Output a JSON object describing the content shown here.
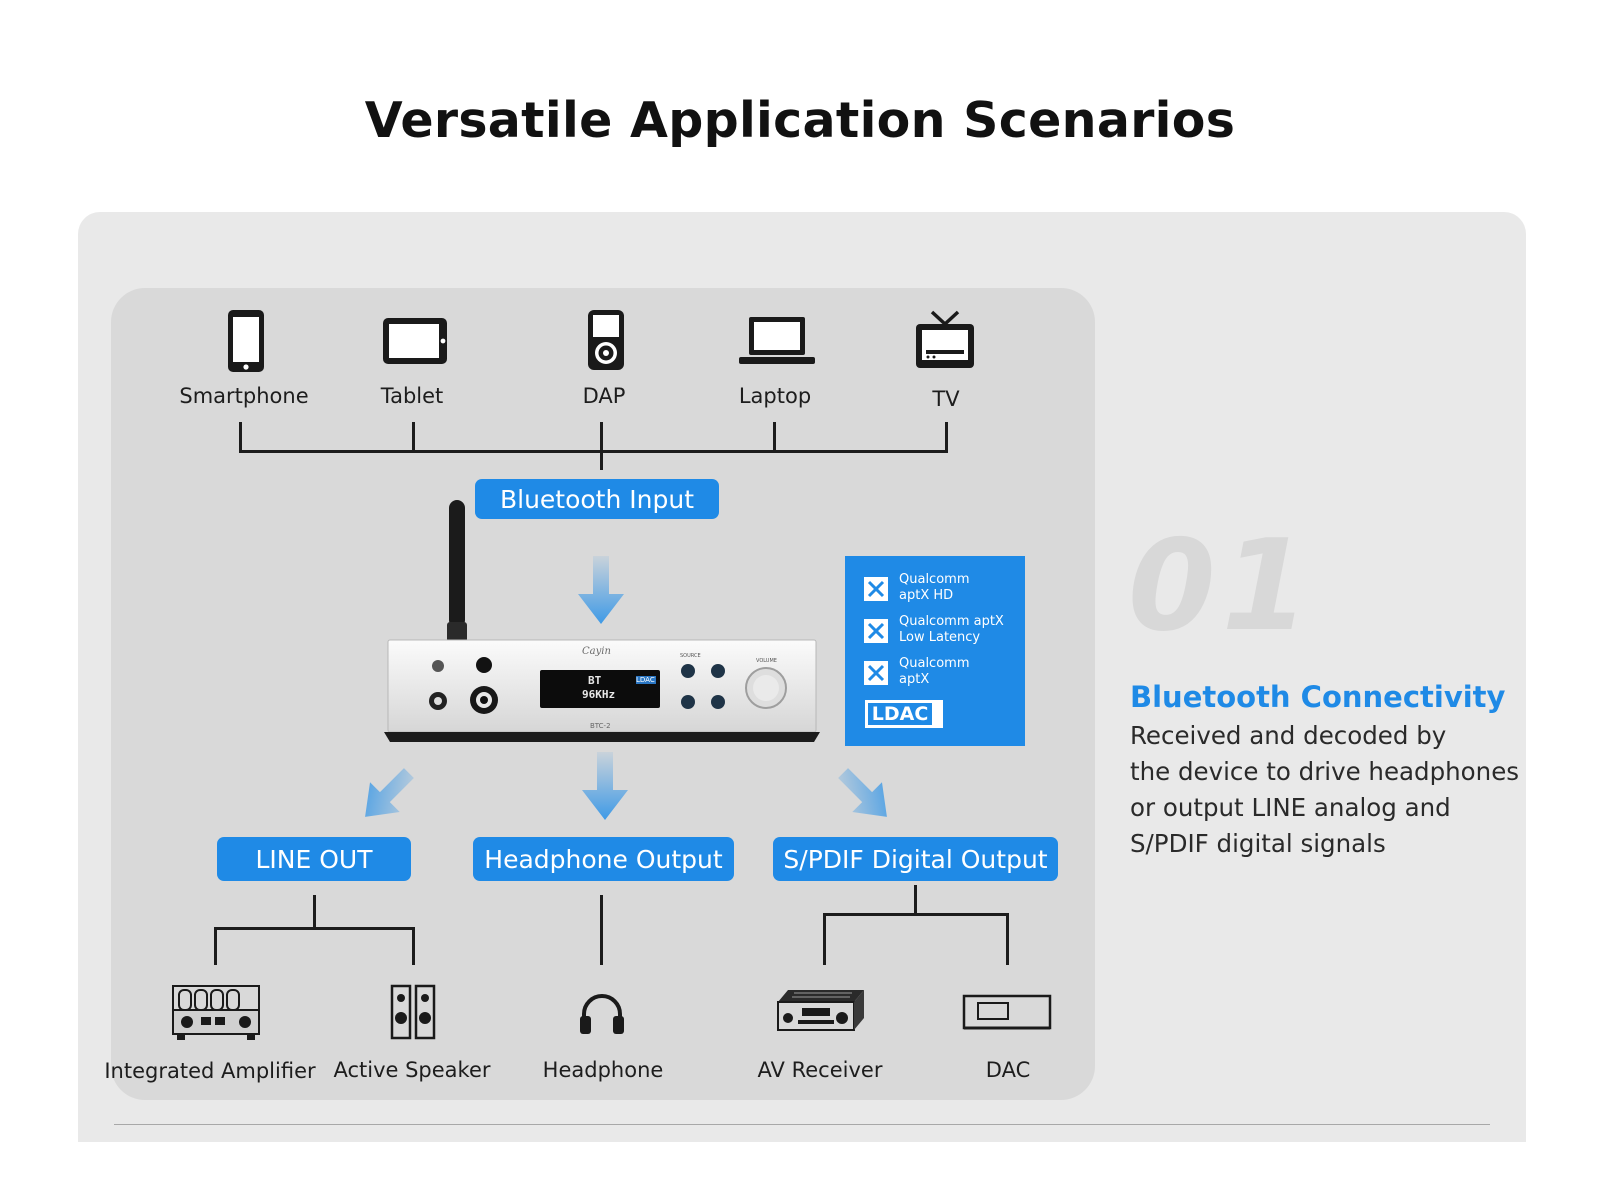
{
  "title": "Versatile Application Scenarios",
  "inputs": [
    {
      "label": "Smartphone",
      "icon": "smartphone-icon"
    },
    {
      "label": "Tablet",
      "icon": "tablet-icon"
    },
    {
      "label": "DAP",
      "icon": "dap-icon"
    },
    {
      "label": "Laptop",
      "icon": "laptop-icon"
    },
    {
      "label": "TV",
      "icon": "tv-icon"
    }
  ],
  "bluetooth_input_label": "Bluetooth Input",
  "device": {
    "display_line1": "BT",
    "display_line2": "96KHz",
    "display_badge": "LDAC",
    "brand": "Cayin",
    "model": "BTC-2",
    "labels": [
      "SOURCE",
      "VOLUME"
    ]
  },
  "codecs": [
    {
      "line1": "Qualcomm",
      "line2": "aptX HD"
    },
    {
      "line1": "Qualcomm aptX",
      "line2": "Low Latency"
    },
    {
      "line1": "Qualcomm",
      "line2": "aptX"
    }
  ],
  "ldac_logo": "LDAC",
  "outputs": [
    {
      "label": "LINE OUT"
    },
    {
      "label": "Headphone Output"
    },
    {
      "label": "S/PDIF Digital Output"
    }
  ],
  "destinations": [
    {
      "label": "Integrated Amplifier",
      "icon": "integrated-amplifier-icon"
    },
    {
      "label": "Active Speaker",
      "icon": "active-speaker-icon"
    },
    {
      "label": "Headphone",
      "icon": "headphone-icon"
    },
    {
      "label": "AV Receiver",
      "icon": "av-receiver-icon"
    },
    {
      "label": "DAC",
      "icon": "dac-icon"
    }
  ],
  "section": {
    "number": "01",
    "heading": "Bluetooth Connectivity",
    "body_lines": [
      "Received and decoded by",
      "the device to drive headphones",
      "or output LINE analog and",
      "S/PDIF digital signals"
    ]
  },
  "colors": {
    "accent": "#1f8ae6",
    "panel": "#e9e9e9",
    "inner_panel": "#d9d9d9"
  }
}
